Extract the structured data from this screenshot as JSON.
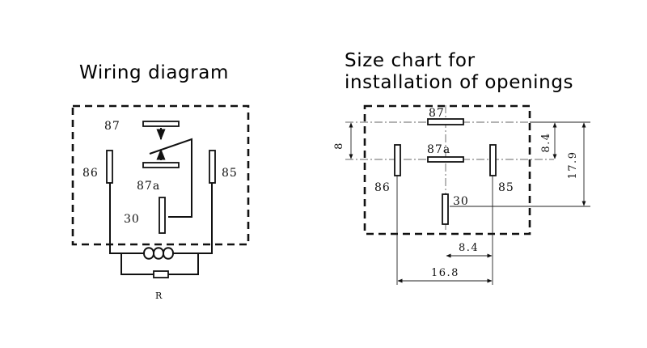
{
  "wiring": {
    "title": "Wiring diagram",
    "pins": {
      "p87": "87",
      "p86": "86",
      "p87a": "87a",
      "p85": "85",
      "p30": "30"
    },
    "resistor": "R"
  },
  "size_chart": {
    "title_line1": "Size chart for",
    "title_line2": "installation of openings",
    "pins": {
      "p87": "87",
      "p87a": "87a",
      "p86": "86",
      "p85": "85",
      "p30": "30"
    },
    "dims": {
      "left_8": "8",
      "right_8_4": "8.4",
      "right_17_9": "17.9",
      "bottom_8_4": "8.4",
      "bottom_16_8": "16.8"
    }
  }
}
